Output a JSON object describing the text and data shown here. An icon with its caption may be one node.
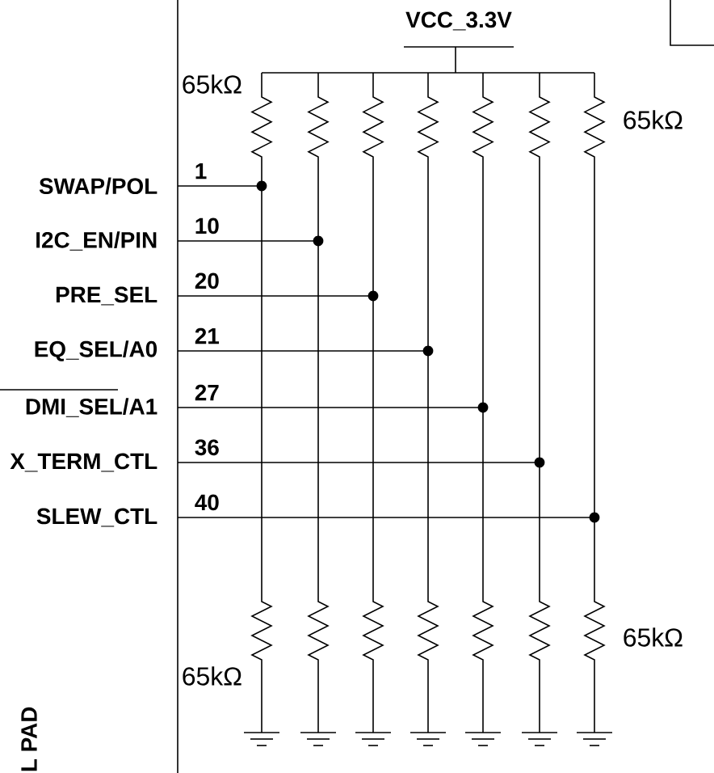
{
  "diagram": {
    "labels": [
      "VCC_3.3V",
      "65kΩ",
      "65kΩ",
      "1",
      "SWAP/POL",
      "10",
      "I2C_EN/PIN",
      "20",
      "PRE_SEL",
      "21",
      "EQ_SEL/A0",
      "27",
      "DMI_SEL/A1",
      "36",
      "X_TERM_CTL",
      "40",
      "SLEW_CTL",
      "65kΩ",
      "65kΩ",
      "L PAD"
    ]
  }
}
